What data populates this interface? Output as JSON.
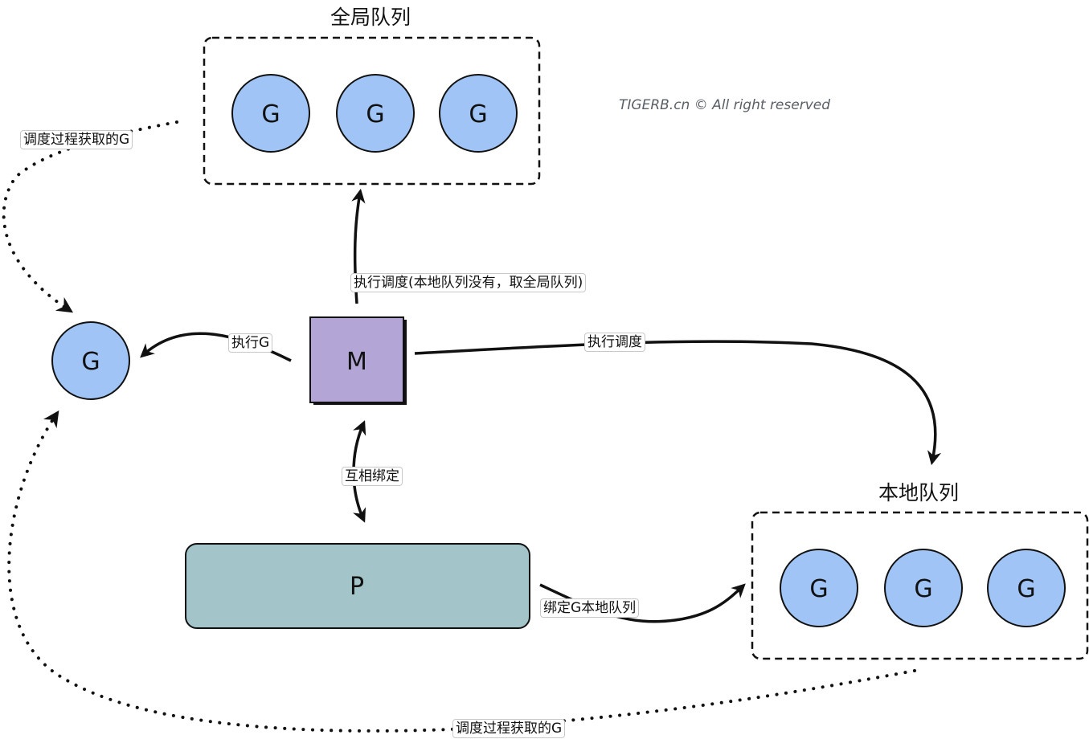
{
  "diagram": {
    "title": "Go GMP scheduling model",
    "colors": {
      "goroutine_fill": "#a0c4f5",
      "machine_fill": "#b3a6d6",
      "processor_fill": "#a3c4c9",
      "stroke": "#111111",
      "background": "#ffffff",
      "watermark": "#5a5f66"
    },
    "watermark": "TIGERB.cn © All right reserved",
    "groups": {
      "global_queue": {
        "title": "全局队列",
        "items": [
          "G",
          "G",
          "G"
        ]
      },
      "local_queue": {
        "title": "本地队列",
        "items": [
          "G",
          "G",
          "G"
        ]
      }
    },
    "nodes": {
      "machine": {
        "label": "M"
      },
      "processor": {
        "label": "P"
      },
      "running_g": {
        "label": "G"
      }
    },
    "edges": [
      {
        "id": "m-to-global",
        "from": "machine",
        "to": "global_queue",
        "style": "solid",
        "label": "执行调度(本地队列没有，取全局队列)"
      },
      {
        "id": "m-to-g",
        "from": "machine",
        "to": "running_g",
        "style": "solid",
        "label": "执行G"
      },
      {
        "id": "m-to-local",
        "from": "machine",
        "to": "local_queue",
        "style": "solid",
        "label": "执行调度"
      },
      {
        "id": "m-p-bind",
        "from": "machine",
        "to": "processor",
        "style": "solid",
        "bidirectional": true,
        "label": "互相绑定"
      },
      {
        "id": "p-to-local",
        "from": "processor",
        "to": "local_queue",
        "style": "solid",
        "label": "绑定G本地队列"
      },
      {
        "id": "global-to-g",
        "from": "global_queue",
        "to": "running_g",
        "style": "dotted",
        "label": "调度过程获取的G"
      },
      {
        "id": "local-to-g",
        "from": "local_queue",
        "to": "running_g",
        "style": "dotted",
        "label": "调度过程获取的G"
      }
    ]
  }
}
